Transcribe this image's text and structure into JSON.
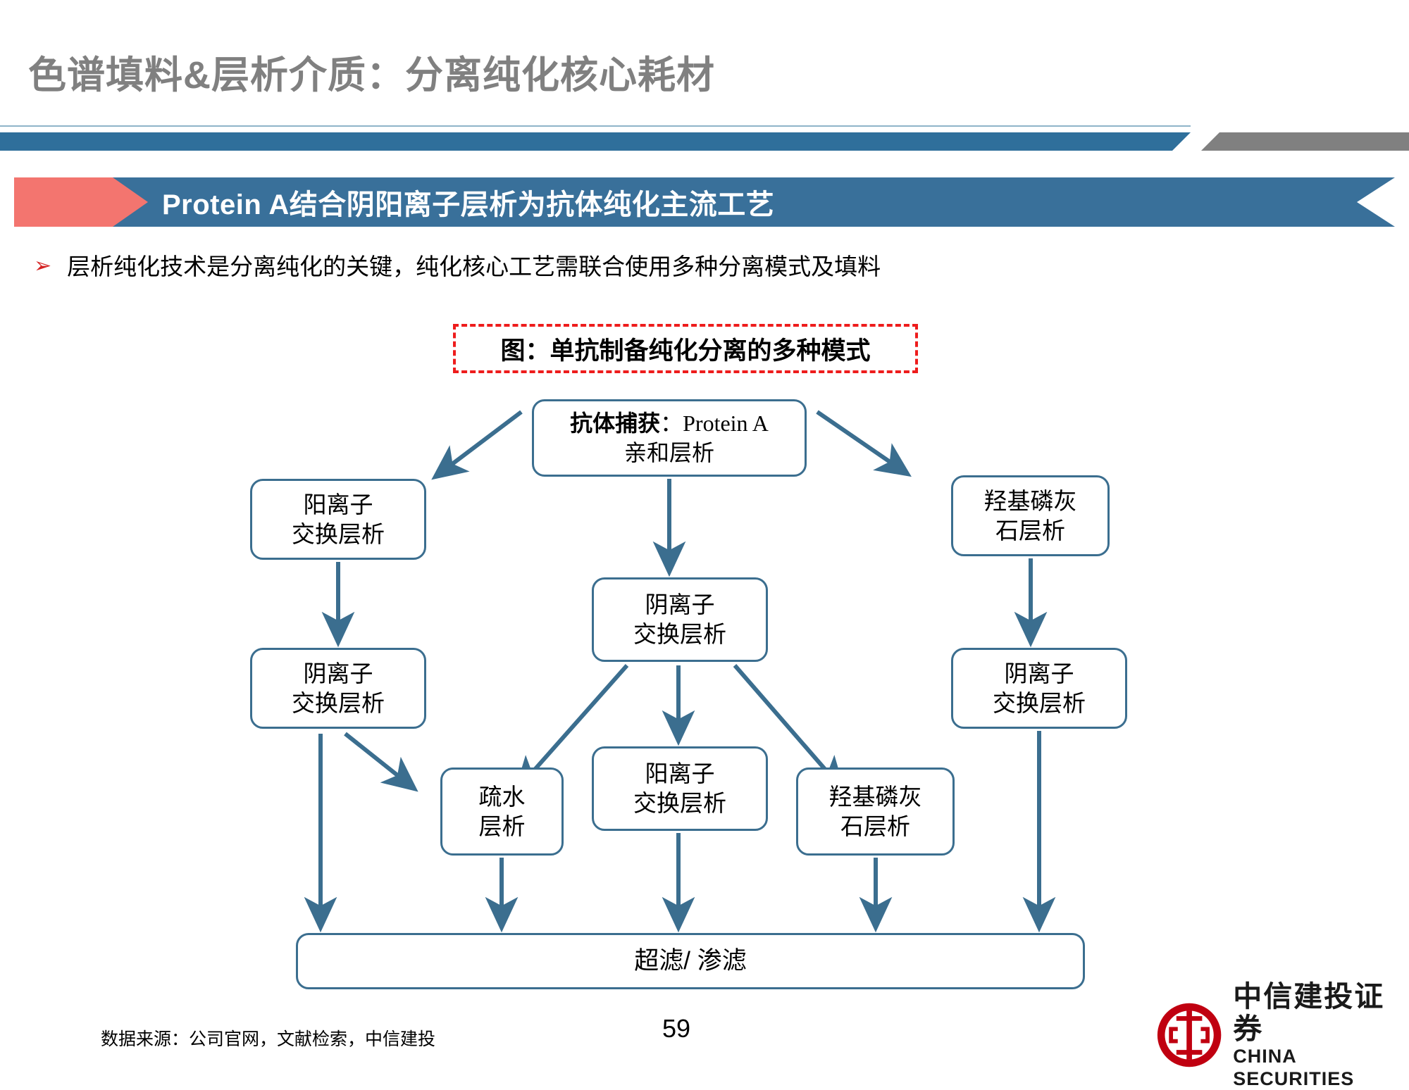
{
  "header": {
    "title": "色谱填料&层析介质：分离纯化核心耗材"
  },
  "banner": {
    "text": "Protein A结合阴阳离子层析为抗体纯化主流工艺"
  },
  "bullet": {
    "marker": "➢",
    "text": "层析纯化技术是分离纯化的关键，纯化核心工艺需联合使用多种分离模式及填料"
  },
  "figure": {
    "caption": "图：单抗制备纯化分离的多种模式"
  },
  "chart_data": {
    "type": "diagram",
    "title": "图：单抗制备纯化分离的多种模式",
    "nodes": [
      {
        "id": "capture",
        "label_bold": "抗体捕获",
        "label_serif": "：Protein A",
        "label_line2": "亲和层析"
      },
      {
        "id": "cation-1",
        "line1": "阳离子",
        "line2": "交换层析"
      },
      {
        "id": "anion-1",
        "line1": "阴离子",
        "line2": "交换层析"
      },
      {
        "id": "anion-m",
        "line1": "阴离子",
        "line2": "交换层析"
      },
      {
        "id": "cation-m",
        "line1": "阳离子",
        "line2": "交换层析"
      },
      {
        "id": "hydro",
        "line1": "疏水",
        "line2": "层析"
      },
      {
        "id": "hap-m",
        "line1": "羟基磷灰",
        "line2": "石层析"
      },
      {
        "id": "hap-r",
        "line1": "羟基磷灰",
        "line2": "石层析"
      },
      {
        "id": "anion-r",
        "line1": "阴离子",
        "line2": "交换层析"
      },
      {
        "id": "final",
        "label": "超滤/ 渗滤"
      }
    ],
    "edges": [
      {
        "from": "capture",
        "to": "cation-1"
      },
      {
        "from": "capture",
        "to": "anion-m"
      },
      {
        "from": "capture",
        "to": "hap-r"
      },
      {
        "from": "cation-1",
        "to": "anion-1"
      },
      {
        "from": "anion-1",
        "to": "hydro"
      },
      {
        "from": "anion-1",
        "to": "final"
      },
      {
        "from": "anion-m",
        "to": "hydro"
      },
      {
        "from": "anion-m",
        "to": "cation-m"
      },
      {
        "from": "anion-m",
        "to": "hap-m"
      },
      {
        "from": "hydro",
        "to": "final"
      },
      {
        "from": "cation-m",
        "to": "final"
      },
      {
        "from": "hap-m",
        "to": "final"
      },
      {
        "from": "hap-r",
        "to": "anion-r"
      },
      {
        "from": "anion-r",
        "to": "final"
      }
    ],
    "accent_color": "#3b6e8f"
  },
  "nodes": {
    "capture": {
      "bold": "抗体捕获",
      "serif": "：Protein A",
      "line2": "亲和层析"
    },
    "cation1": {
      "l1": "阳离子",
      "l2": "交换层析"
    },
    "anion1": {
      "l1": "阴离子",
      "l2": "交换层析"
    },
    "anionM": {
      "l1": "阴离子",
      "l2": "交换层析"
    },
    "cationM": {
      "l1": "阳离子",
      "l2": "交换层析"
    },
    "hydro": {
      "l1": "疏水",
      "l2": "层析"
    },
    "hapM": {
      "l1": "羟基磷灰",
      "l2": "石层析"
    },
    "hapR": {
      "l1": "羟基磷灰",
      "l2": "石层析"
    },
    "anionR": {
      "l1": "阴离子",
      "l2": "交换层析"
    },
    "final": {
      "label": "超滤/ 渗滤"
    }
  },
  "footer": {
    "source": "数据来源：公司官网，文献检索，中信建投",
    "page_number": "59",
    "logo_cn": "中信建投证券",
    "logo_en": "CHINA SECURITIES"
  },
  "colors": {
    "title_gray": "#808080",
    "bar_blue": "#2f6f9b",
    "banner_blue": "#39709a",
    "chevron_red": "#f3756f",
    "dash_red": "#ee1c1c",
    "node_border": "#3b6e8f",
    "logo_red": "#c00010"
  }
}
